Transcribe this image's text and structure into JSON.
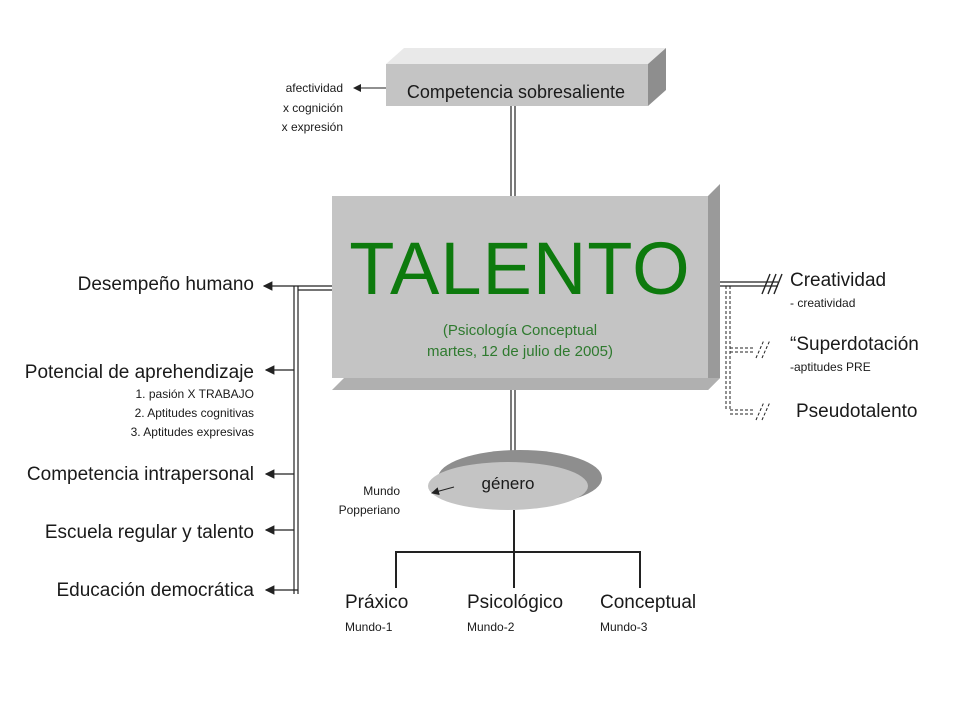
{
  "center": {
    "title": "TALENTO",
    "subtitle_line1": "(Psicología Conceptual",
    "subtitle_line2": "martes, 12 de julio de 2005)"
  },
  "top": {
    "label": "Competencia sobresaliente",
    "notes": [
      "afectividad",
      "x cognición",
      "x expresión"
    ]
  },
  "left": {
    "items": [
      {
        "label": "Desempeño humano",
        "details": []
      },
      {
        "label": "Potencial de aprehendizaje",
        "details": [
          "1. pasión X TRABAJO",
          "2. Aptitudes cognitivas",
          "3. Aptitudes expresivas"
        ]
      },
      {
        "label": "Competencia intrapersonal",
        "details": []
      },
      {
        "label": "Escuela regular y talento",
        "details": []
      },
      {
        "label": "Educación democrática",
        "details": []
      }
    ]
  },
  "right": {
    "items": [
      {
        "label": "Creatividad",
        "note": "- creatividad"
      },
      {
        "label": "“Superdotación",
        "note": "-aptitudes PRE"
      },
      {
        "label": "Pseudotalento",
        "note": ""
      }
    ]
  },
  "bottom": {
    "hub_label": "género",
    "hub_note_line1": "Mundo",
    "hub_note_line2": "Popperiano",
    "items": [
      {
        "label": "Práxico",
        "note": "Mundo-1"
      },
      {
        "label": "Psicológico",
        "note": "Mundo-2"
      },
      {
        "label": "Conceptual",
        "note": "Mundo-3"
      }
    ]
  },
  "colors": {
    "accent_green": "#0d7a0d",
    "box_gray": "#c4c4c4",
    "line": "#222222"
  }
}
